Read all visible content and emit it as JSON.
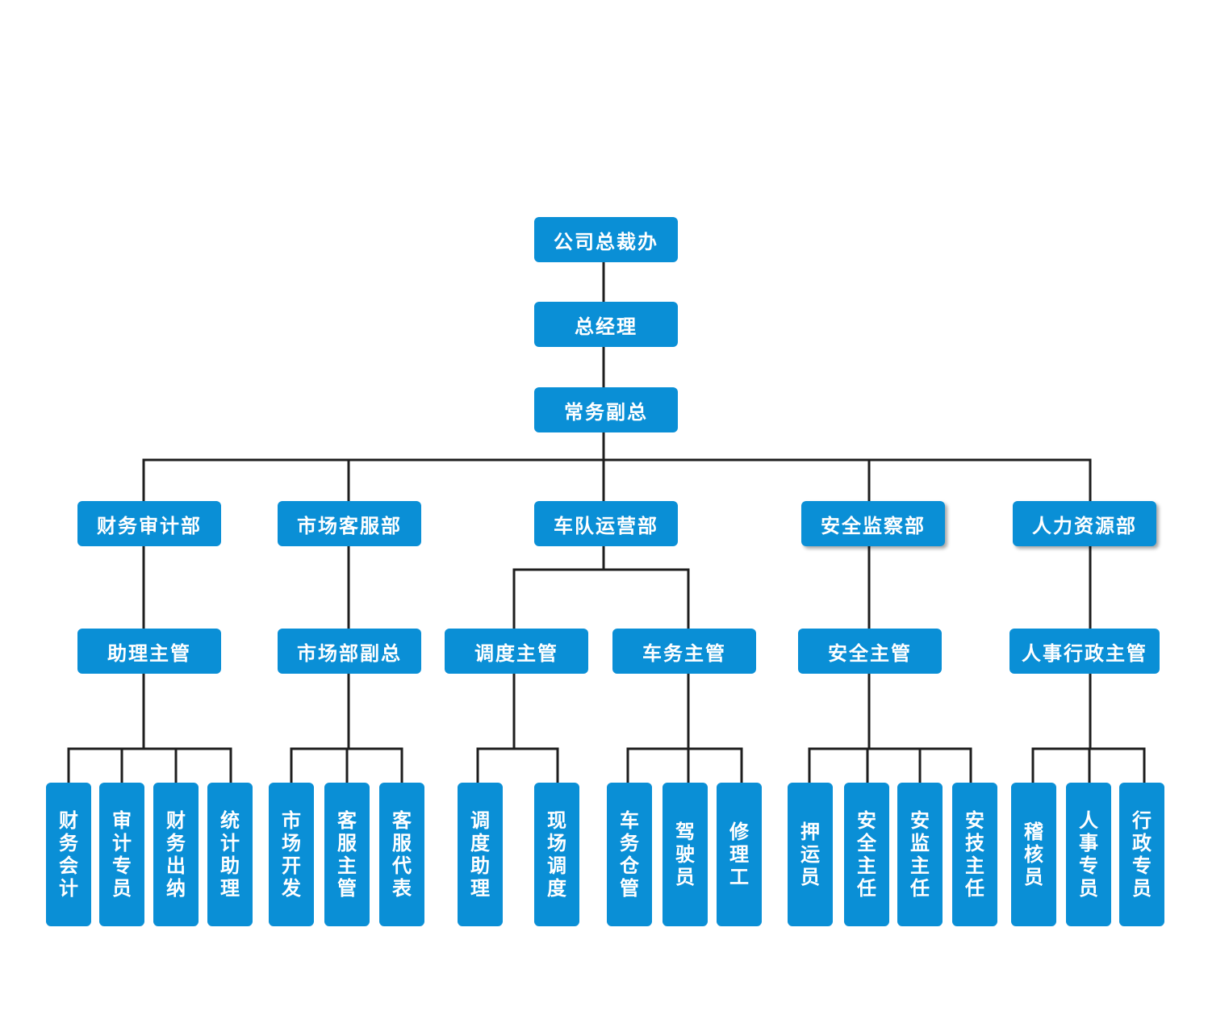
{
  "org": {
    "top": "公司总裁办",
    "gm": "总经理",
    "evp": "常务副总",
    "departments": [
      {
        "name": "财务审计部",
        "managers": [
          {
            "title": "助理主管",
            "staff": [
              "财务会计",
              "审计专员",
              "财务出纳",
              "统计助理"
            ]
          }
        ]
      },
      {
        "name": "市场客服部",
        "managers": [
          {
            "title": "市场部副总",
            "staff": [
              "市场开发",
              "客服主管",
              "客服代表"
            ]
          }
        ]
      },
      {
        "name": "车队运营部",
        "managers": [
          {
            "title": "调度主管",
            "staff": [
              "调度助理",
              "现场调度"
            ]
          },
          {
            "title": "车务主管",
            "staff": [
              "车务仓管",
              "驾驶员",
              "修理工"
            ]
          }
        ]
      },
      {
        "name": "安全监察部",
        "managers": [
          {
            "title": "安全主管",
            "staff": [
              "押运员",
              "安全主任",
              "安监主任",
              "安技主任"
            ]
          }
        ]
      },
      {
        "name": "人力资源部",
        "managers": [
          {
            "title": "人事行政主管",
            "staff": [
              "稽核员",
              "人事专员",
              "行政专员"
            ]
          }
        ]
      }
    ]
  },
  "colors": {
    "box": "#0a8fd6",
    "text": "#ffffff",
    "line": "#1e1e1e"
  }
}
